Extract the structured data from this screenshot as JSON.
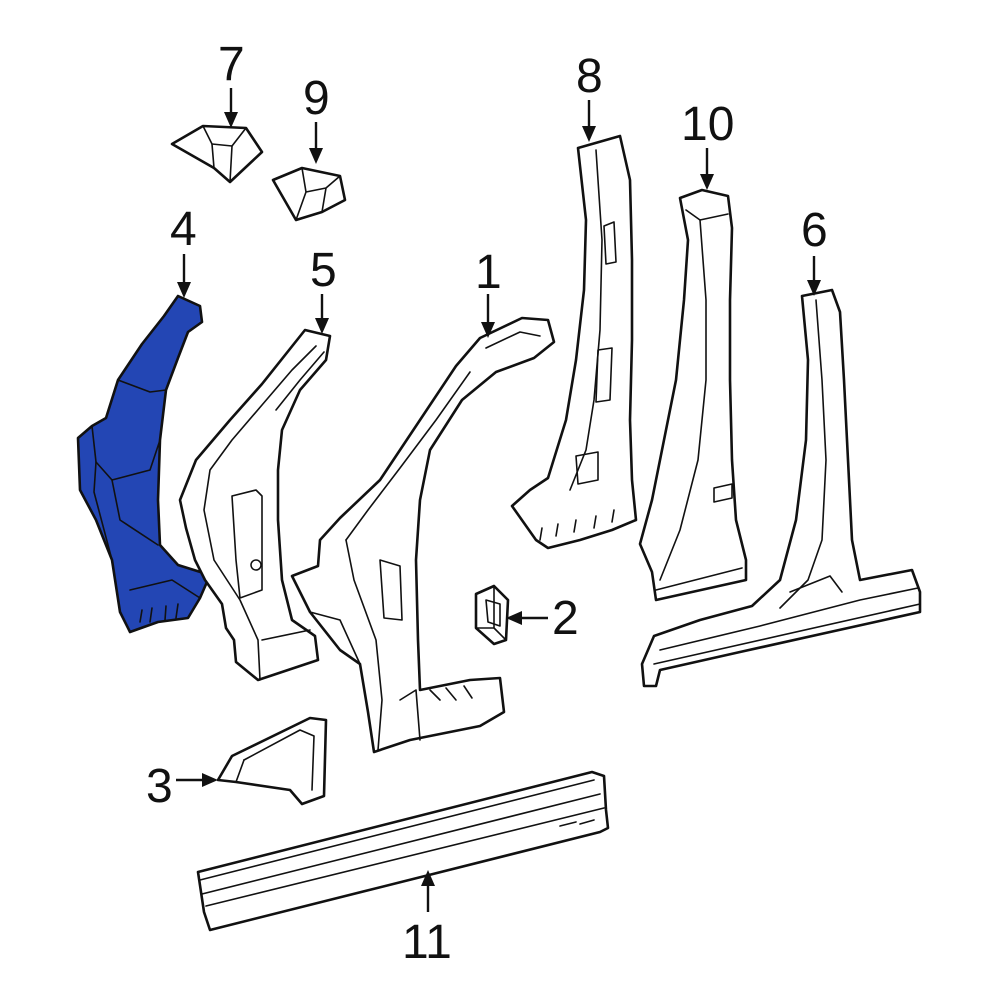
{
  "colors": {
    "highlight": "#2346b4",
    "stroke": "#111111",
    "background": "#ffffff"
  },
  "callouts": {
    "c1": "1",
    "c2": "2",
    "c3": "3",
    "c4": "4",
    "c5": "5",
    "c6": "6",
    "c7": "7",
    "c8": "8",
    "c9": "9",
    "c10": "10",
    "c11": "11"
  },
  "highlighted_part": "4"
}
